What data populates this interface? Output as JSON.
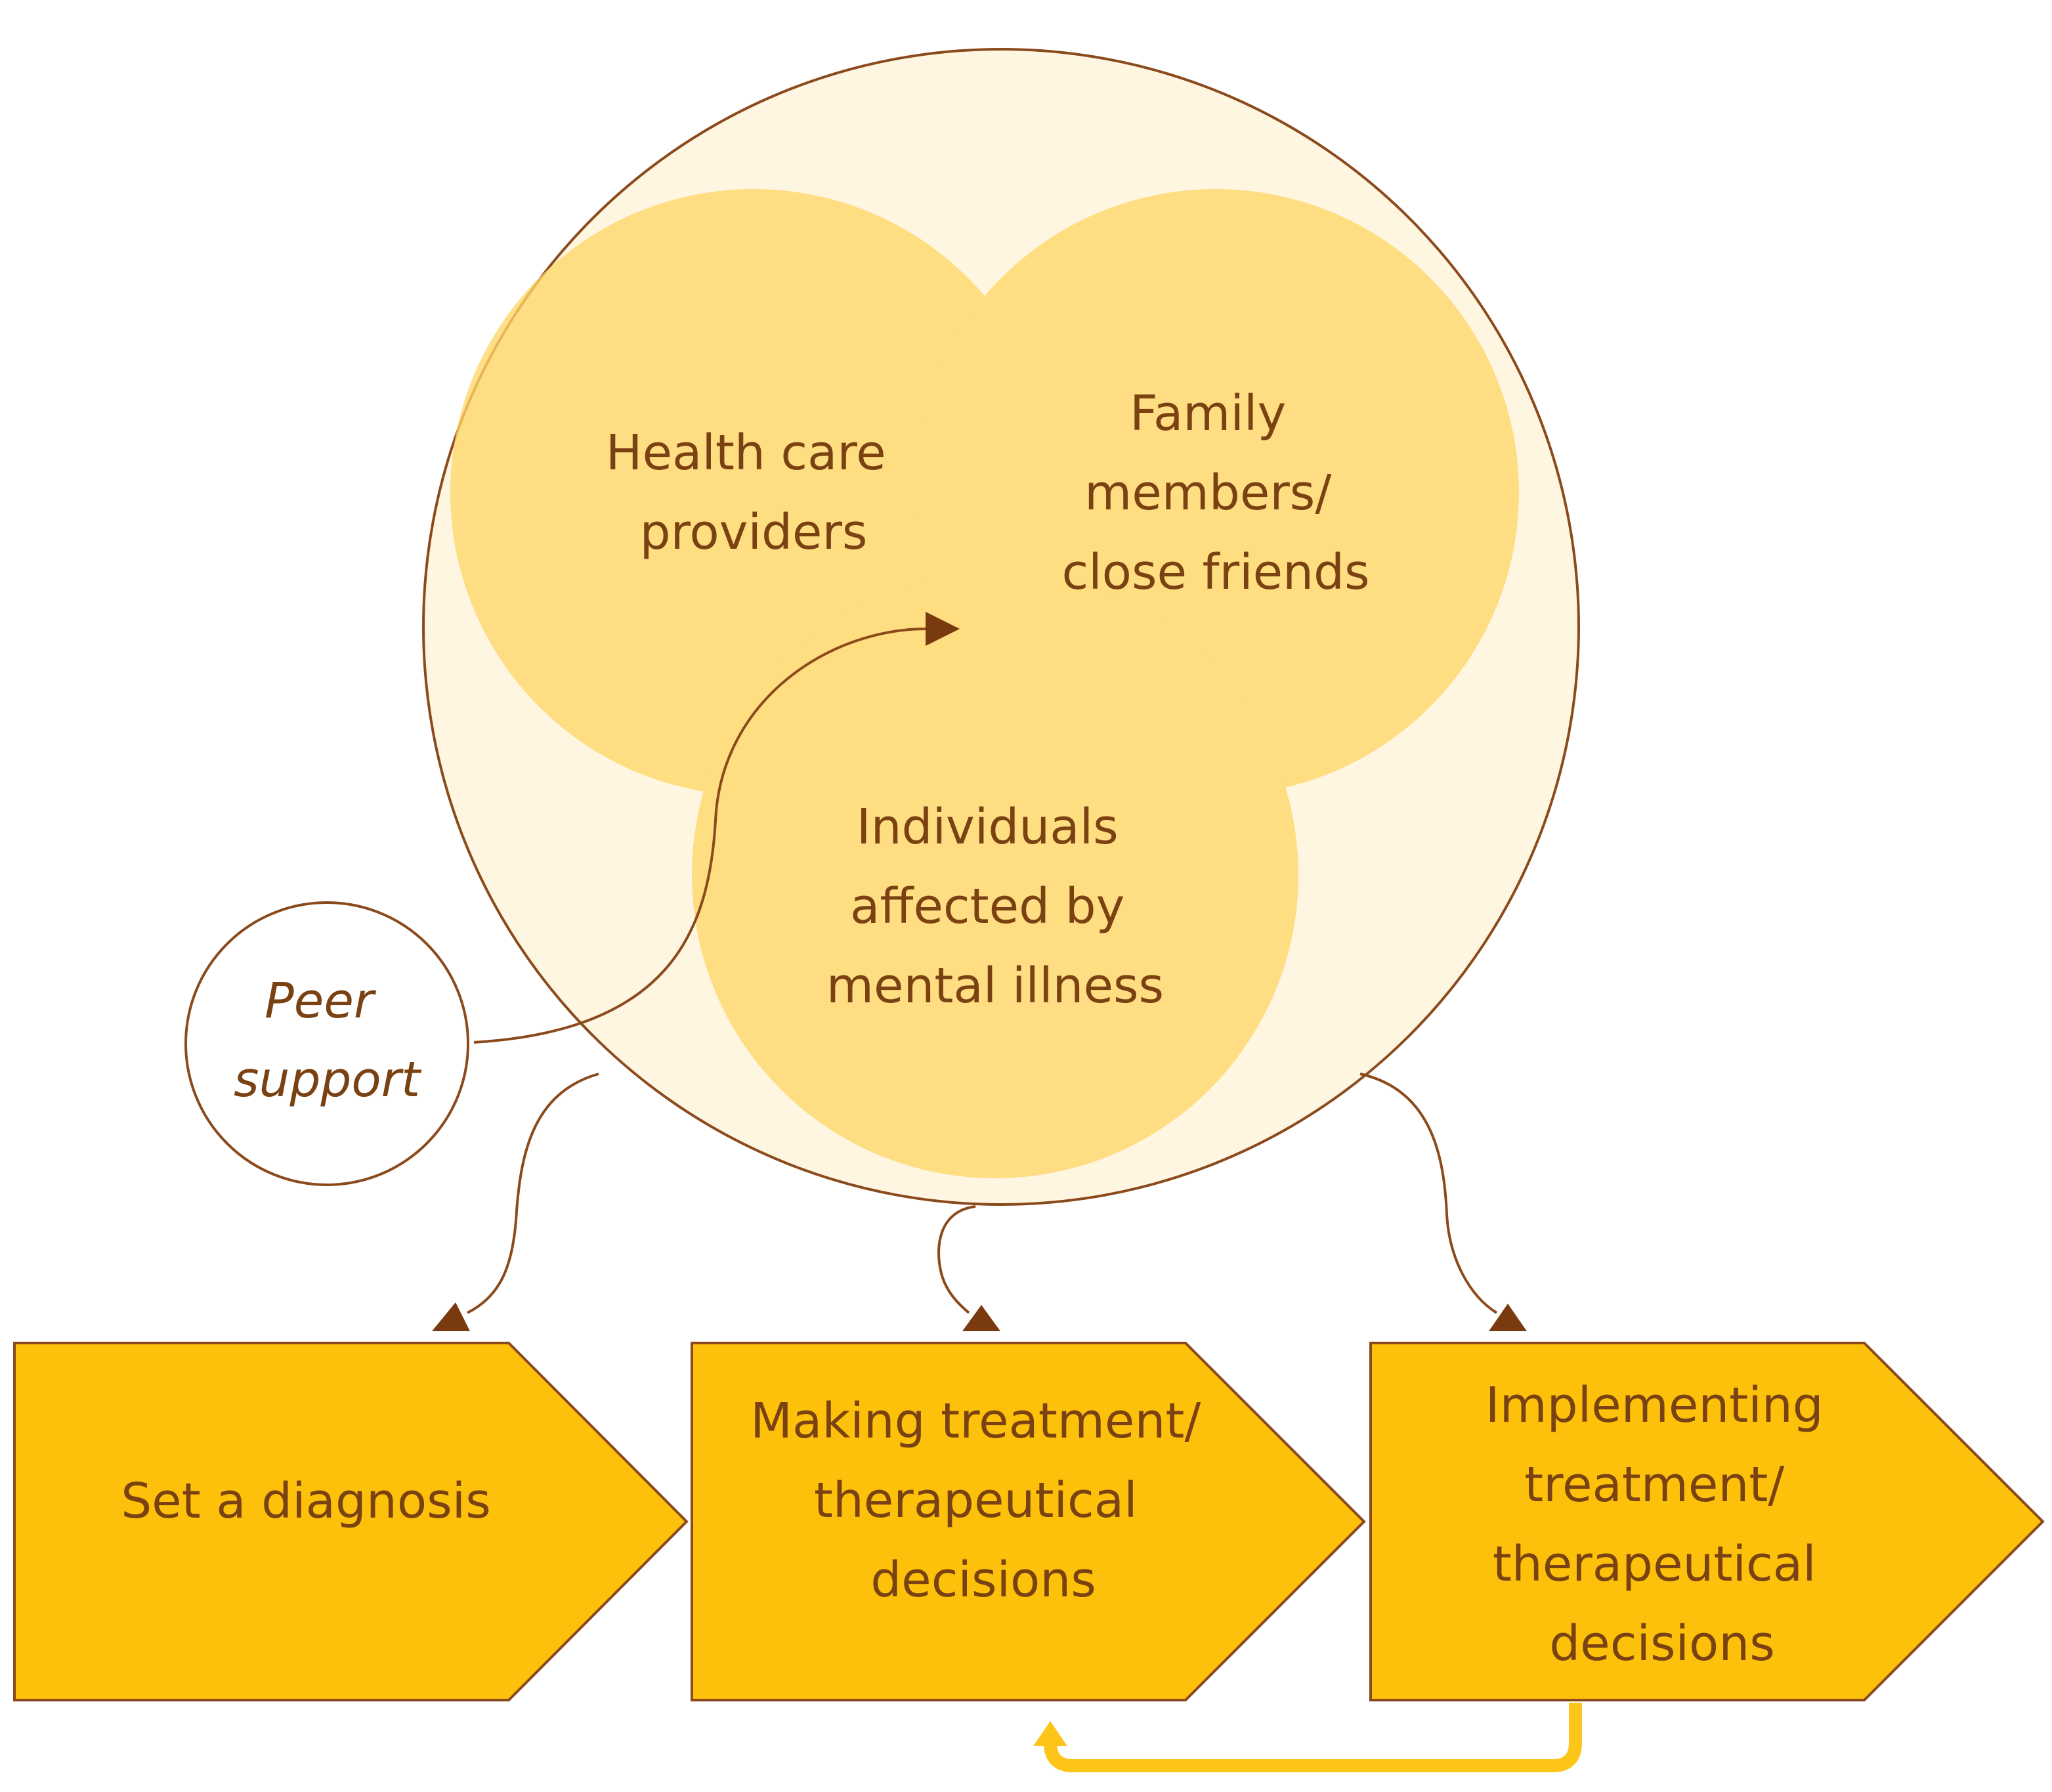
{
  "colors": {
    "outline": "#8b4a1c",
    "text": "#7a4212",
    "outer_fill": "#fff6e2",
    "venn_fill": "#ffd666",
    "box_fill": "#fdc10c",
    "feedback": "#fdc41a"
  },
  "venn": {
    "health_care": [
      "Health care",
      "providers"
    ],
    "family": [
      "Family",
      "members/",
      "close friends"
    ],
    "individuals": [
      "Individuals",
      "affected by",
      "mental illness"
    ]
  },
  "peer_support": [
    "Peer",
    "support"
  ],
  "steps": [
    {
      "lines": [
        "Set a diagnosis"
      ]
    },
    {
      "lines": [
        "Making treatment/",
        "therapeutical",
        "decisions"
      ]
    },
    {
      "lines": [
        "Implementing",
        "treatment/",
        "therapeutical",
        "decisions"
      ]
    }
  ]
}
